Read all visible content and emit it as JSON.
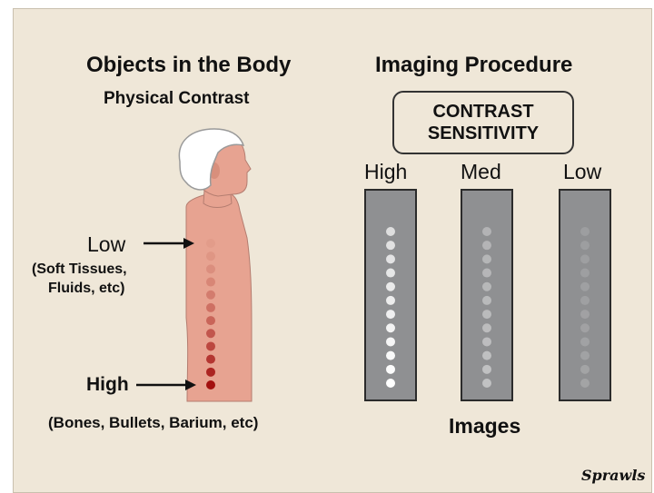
{
  "left": {
    "title": "Objects in the Body",
    "subtitle": "Physical Contrast",
    "low_label": "Low",
    "low_examples_1": "(Soft Tissues,",
    "low_examples_2": "Fluids, etc)",
    "high_label": "High",
    "high_examples": "(Bones, Bullets, Barium, etc)"
  },
  "right": {
    "title": "Imaging Procedure",
    "box_line1": "CONTRAST",
    "box_line2": "SENSITIVITY",
    "col_high": "High",
    "col_med": "Med",
    "col_low": "Low",
    "images_label": "Images"
  },
  "signature": "Sprawls",
  "colors": {
    "background": "#efe7d8",
    "skin": "#e7a391",
    "hair": "#ffffff",
    "panel": "#8f9092",
    "dot_low": "#d98f7d",
    "dot_high": "#a3100f"
  },
  "dots": {
    "count": 12,
    "panel_dot_opacity": {
      "high": 1.0,
      "med": 0.45,
      "low": 0.18
    }
  }
}
